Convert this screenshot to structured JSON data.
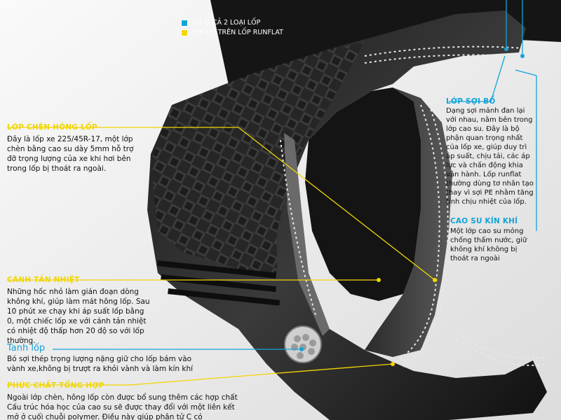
{
  "legend": {
    "items": [
      {
        "label": "CÓ Ở CẢ 2 LOẠI LỐP",
        "color": "#13a3d8"
      },
      {
        "label": "CHỈ CÓ TRÊN LỐP RUNFLAT",
        "color": "#f2d600"
      }
    ]
  },
  "callouts": {
    "lop_chen": {
      "title": "LỚP CHÈN HÔNG LỐP",
      "body": "Đây là lốp xe 225/45R-17, một lớp chèn bằng cao su dày 5mm hỗ trợ đỡ trọng lượng của xe khi hơi bên trong lốp bị thoát ra ngoài."
    },
    "lop_soi_bo": {
      "title": "LỚP SỢI BỐ",
      "body": "Dạng sợi mảnh đan lại với nhau, nằm bên trong lớp cao su. Đây là bộ phận quan trọng nhất của lốp xe, giúp duy trì áp suất, chịu tải, các áp lực và chấn động khia vận hành. Lốp runflat thường dùng tơ nhân tạo thay vì sợi PE nhằm tăng tính chịu nhiệt của lốp."
    },
    "cao_su_kin_khi": {
      "title": "CAO SU KÍN KHÍ",
      "body": "Một lớp cao su mỏng chống thấm nước, giữ không khí không bị thoát ra ngoài"
    },
    "canh_tan_nhiet": {
      "title": "CÁNH TẢN NHIỆT",
      "body": "Những hốc nhỏ làm gián đoạn dòng không khí, giúp làm mát hông lốp. Sau 10 phút xe chạy khi áp suất lốp bằng 0, một chiếc lốp xe với cánh tản nhiệt có nhiệt độ thấp hơn 20 độ so với lốp thường."
    },
    "tanh_lop": {
      "title": "Tanh lốp",
      "body": "Bó sợi thép trọng lượng nặng giữ cho lốp bám vào vành xe,không bị trượt ra khỏi vành và làm kín khí"
    },
    "phuc_chat": {
      "title": "PHỨC CHẤT TỔNG HỢP",
      "body": "Ngoài lớp chèn, hông lốp còn được bổ sung thêm các hợp chất Cấu trúc hóa học của cao su sẽ được thay đổi với một liên kết mở ở cuối chuỗi polymer. Điều này giúp phân tử C có"
    }
  },
  "colors": {
    "accent_yellow": "#f2d600",
    "accent_blue": "#13a3d8",
    "rubber": "#2a2a2a"
  }
}
